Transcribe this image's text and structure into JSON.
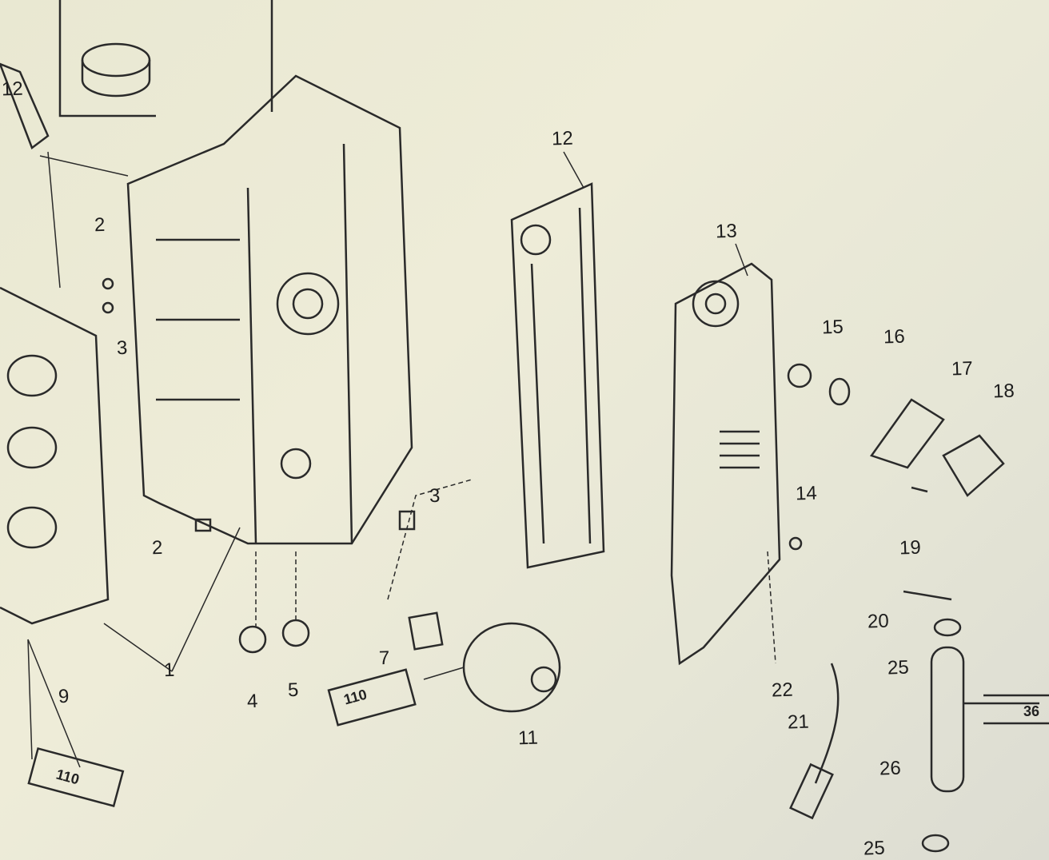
{
  "diagram": {
    "callouts": [
      "12",
      "2",
      "3",
      "2",
      "1",
      "9",
      "4",
      "5",
      "7",
      "3",
      "11",
      "12",
      "13",
      "15",
      "16",
      "17",
      "18",
      "14",
      "19",
      "20",
      "25",
      "22",
      "21",
      "26",
      "25"
    ],
    "tube_labels": [
      "110",
      "110",
      "36"
    ]
  }
}
